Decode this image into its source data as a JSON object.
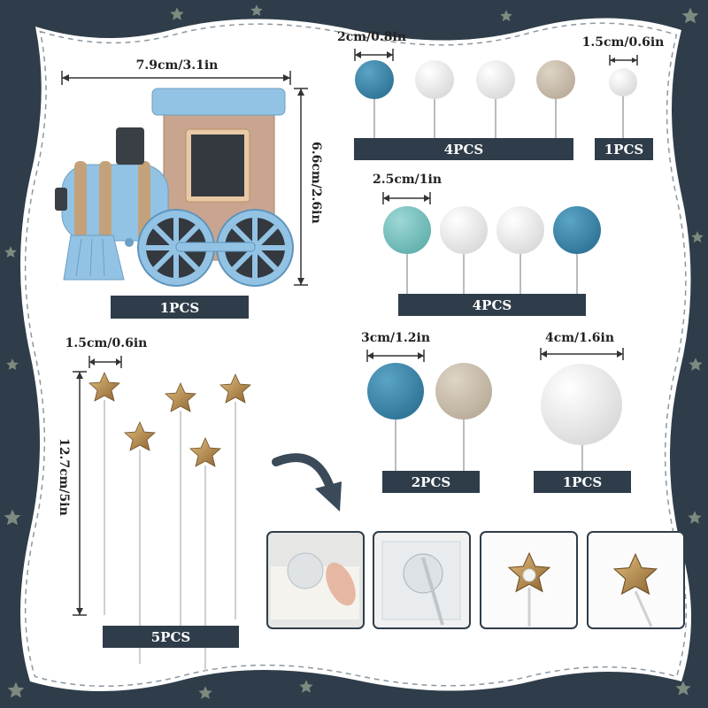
{
  "colors": {
    "background": "#2f3d4a",
    "panel": "#ffffff",
    "badge": "#2f3d4a",
    "dark_blue_ball": "#3c86a8",
    "teal_ball": "#7fc7c4",
    "white_ball": "#ececec",
    "beige_ball": "#cfc3b2",
    "train_blue": "#93c3e4",
    "train_tan": "#c9a58f",
    "gold_star": "#b8894a"
  },
  "train": {
    "width_label": "7.9cm/3.1in",
    "height_label": "6.6cm/2.6in",
    "qty": "1PCS"
  },
  "balls_small": {
    "size_label": "2cm/0.8in",
    "qty": "4PCS"
  },
  "ball_tiny": {
    "size_label": "1.5cm/0.6in",
    "qty": "1PCS"
  },
  "balls_medium": {
    "size_label": "2.5cm/1in",
    "qty": "4PCS"
  },
  "stars": {
    "size_label": "1.5cm/0.6in",
    "height_label": "12.7cm/5in",
    "qty": "5PCS"
  },
  "balls_large": {
    "size_label": "3cm/1.2in",
    "qty": "2PCS"
  },
  "ball_xl": {
    "size_label": "4cm/1.6in",
    "qty": "1PCS"
  },
  "steps": {
    "icons": [
      "sticker-peel-icon",
      "sticker-apply-icon",
      "star-back-icon",
      "star-front-icon"
    ]
  }
}
